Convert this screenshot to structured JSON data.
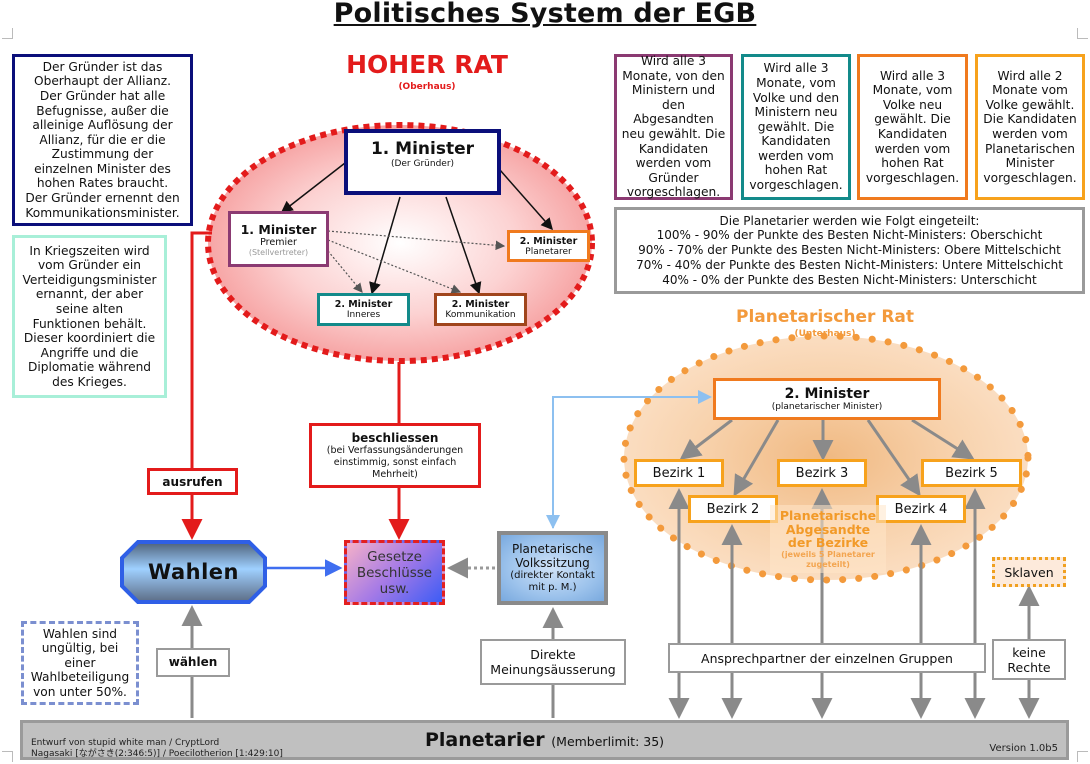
{
  "title": "Politisches System der EGB",
  "hoher_rat": {
    "heading": "HOHER RAT",
    "subheading": "(Oberhaus)",
    "gruender": {
      "title": "1. Minister",
      "subtitle": "(Der Gründer)"
    },
    "premier": {
      "title": "1. Minister",
      "role": "Premier",
      "note": "(Stellvertreter)"
    },
    "planetarer": {
      "title": "2. Minister",
      "role": "Planetarer"
    },
    "inneres": {
      "title": "2. Minister",
      "role": "Inneres"
    },
    "kommunikation": {
      "title": "2. Minister",
      "role": "Kommunikation"
    }
  },
  "notes": {
    "gruender_info": "Der Gründer ist das\nOberhaupt der Allianz.\nDer Gründer hat alle\nBefugnisse, außer die\nalleinige Auflösung der\nAllianz, für die er die\nZustimmung der\neinzelnen Minister des\nhohen Rates braucht.\nDer Gründer ernennt den\nKommunikationsminister.",
    "krieg_info": "In Kriegszeiten wird\nvom Gründer ein\nVerteidigungsminister\nernannt, der aber\nseine alten\nFunktionen behält.\nDieser koordiniert die\nAngriffe und die\nDiplomatie während\ndes Krieges.",
    "wahl_info": "Wahlen sind\nungültig, bei\neiner\nWahlbeteiligung\nvon unter 50%.",
    "term_premier": "Wird alle 3\nMonate, von den\nMinistern und\nden Abgesandten\nneu gewählt. Die\nKandidaten\nwerden vom\nGründer\nvorgeschlagen.",
    "term_inneres": "Wird alle 3\nMonate, vom\nVolke und den\nMinistern neu\ngewählt. Die\nKandidaten\nwerden vom\nhohen Rat\nvorgeschlagen.",
    "term_kommunikation": "Wird alle 3\nMonate, vom\nVolke neu\ngewählt. Die\nKandidaten\nwerden vom\nhohen Rat\nvorgeschlagen.",
    "term_planetarer": "Wird alle 2\nMonate vom\nVolke gewählt.\nDie Kandidaten\nwerden vom\nPlanetarischen\nMinister\nvorgeschlagen.",
    "classes": "Die Planetarier werden wie Folgt eingeteilt:\n100% - 90% der Punkte des Besten Nicht-Ministers: Oberschicht\n90% - 70% der Punkte des Besten Nicht-Ministers: Obere Mittelschicht\n70% - 40% der Punkte des Besten Nicht-Ministers: Untere Mittelschicht\n40% - 0% der Punkte des Besten Nicht-Ministers: Unterschicht"
  },
  "actions": {
    "ausrufen": "ausrufen",
    "beschliessen_title": "beschliessen",
    "beschliessen_note": "(bei Verfassungsänderungen einstimmig, sonst  einfach Mehrheit)",
    "waehlen": "wählen",
    "wahlen": "Wahlen",
    "gesetze": "Gesetze\nBeschlüsse\nusw.",
    "volks_title": "Planetarische\nVolkssitzung",
    "volks_note": "(direkter Kontakt\nmit p. M.)",
    "direkte": "Direkte\nMeinungsäusserung",
    "ansprech": "Ansprechpartner der einzelnen Gruppen",
    "keine_rechte": "keine\nRechte",
    "sklaven": "Sklaven"
  },
  "planetarischer_rat": {
    "heading": "Planetarischer Rat",
    "subheading": "(Unterhaus)",
    "minister": {
      "title": "2. Minister",
      "subtitle": "(planetarischer Minister)"
    },
    "bezirke": [
      "Bezirk 1",
      "Bezirk 2",
      "Bezirk 3",
      "Bezirk 4",
      "Bezirk 5"
    ],
    "abgesandte": "Planetarische\nAbgesandte\nder Bezirke",
    "abgesandte_note": "(jeweils 5 Planetarer\nzugeteilt)"
  },
  "footer": {
    "name": "Planetarier",
    "limit": "(Memberlimit: 35)",
    "credit_1": "Entwurf von stupid white man / CryptLord",
    "credit_2": "Nagasaki [ながさき(2:346:5)] / Poecilotherion [1:429:10]",
    "version": "Version 1.0b5"
  },
  "colors": {
    "red": "#e31b1b",
    "navy": "#0b0f7a",
    "purple": "#8b3a72",
    "teal": "#138a8a",
    "orange": "#f07a1e",
    "amber": "#f7a21c",
    "brown": "#a0451c",
    "grey": "#9a9a9a",
    "lightblue": "#8dc0f0"
  }
}
